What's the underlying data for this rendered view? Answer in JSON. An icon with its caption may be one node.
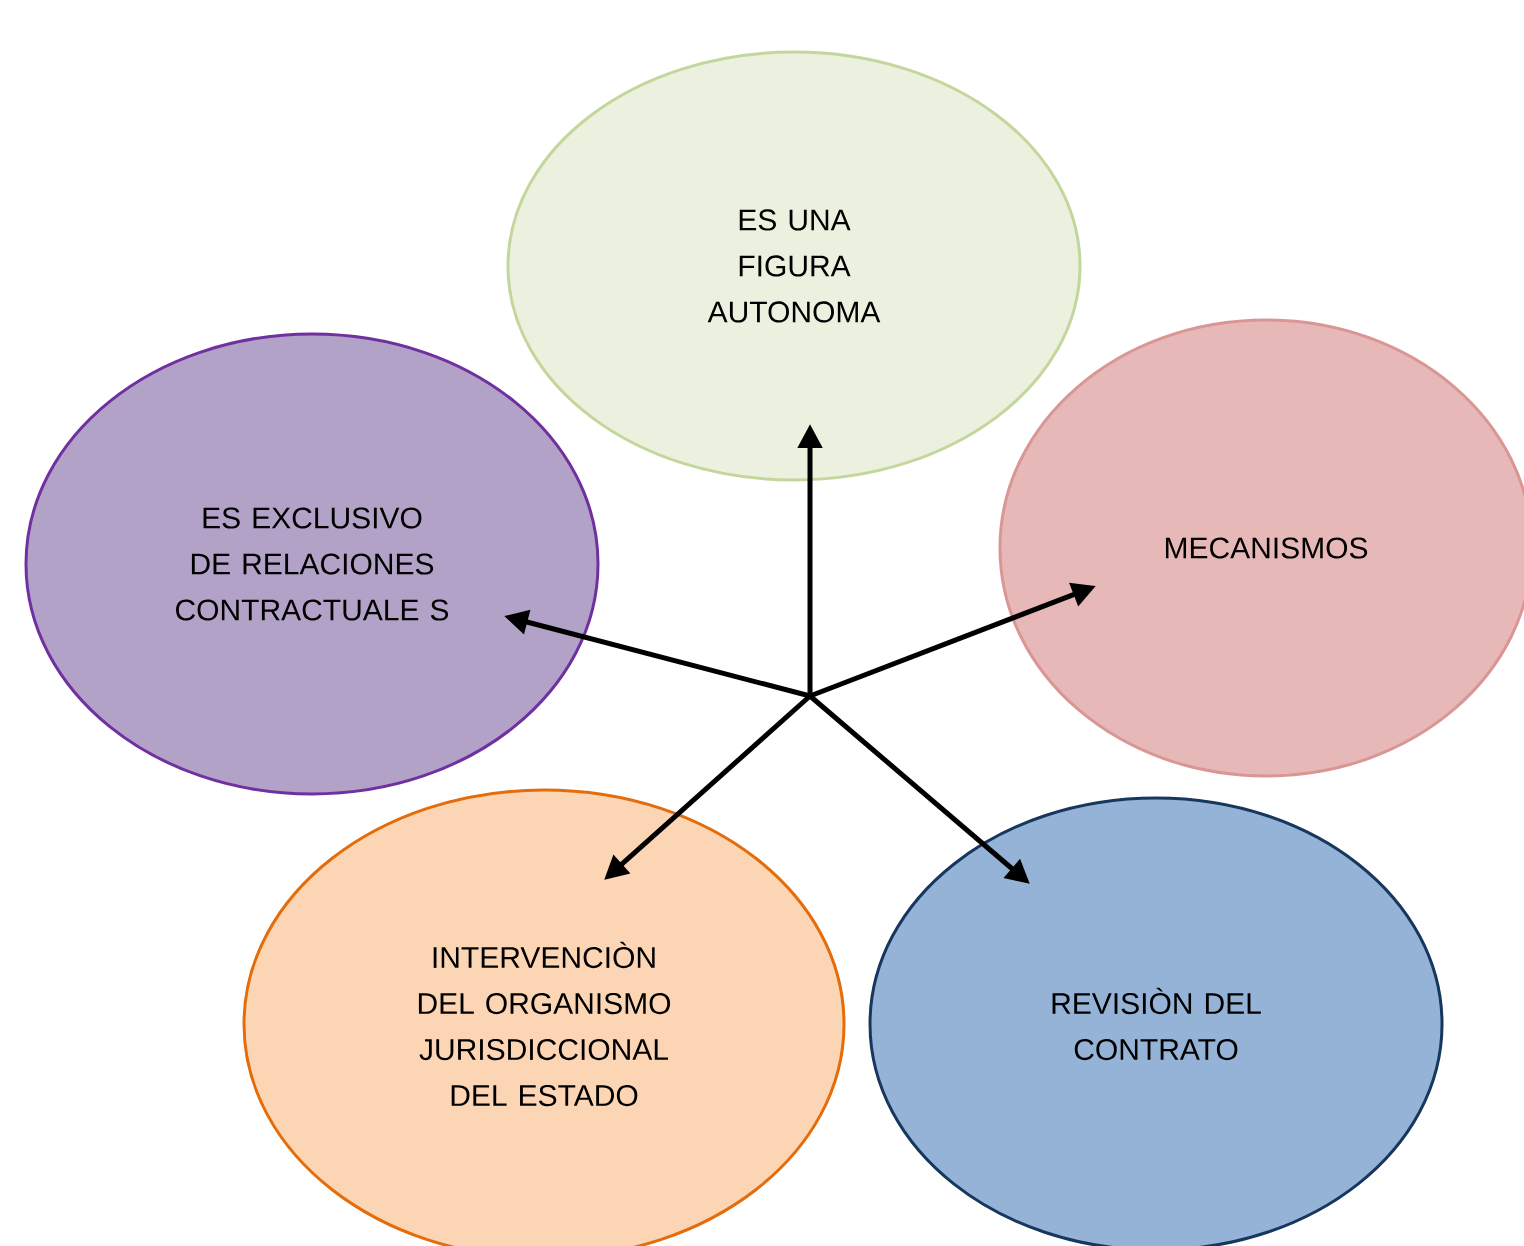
{
  "diagram": {
    "nodes": [
      {
        "text": [
          "ES UNA FIGURA AUTONOMA"
        ]
      },
      {
        "text": [
          "ES EXCLUSIVO DE RELACIONES CONTRACTUALE S"
        ]
      },
      {
        "text": [
          "MECANISMOS"
        ]
      },
      {
        "text": [
          "INTERVENCIÒN DEL ORGANISMO JURISDICCIONAL DEL ESTADO"
        ]
      },
      {
        "text": [
          "REVISIÒN DEL CONTRATO"
        ]
      }
    ],
    "edges": [
      {
        "from": null,
        "to": 0,
        "arrow": "to"
      },
      {
        "from": null,
        "to": 1,
        "arrow": "to"
      },
      {
        "from": null,
        "to": 2,
        "arrow": "to"
      },
      {
        "from": null,
        "to": 3,
        "arrow": "to"
      },
      {
        "from": null,
        "to": 4,
        "arrow": "to"
      }
    ]
  }
}
